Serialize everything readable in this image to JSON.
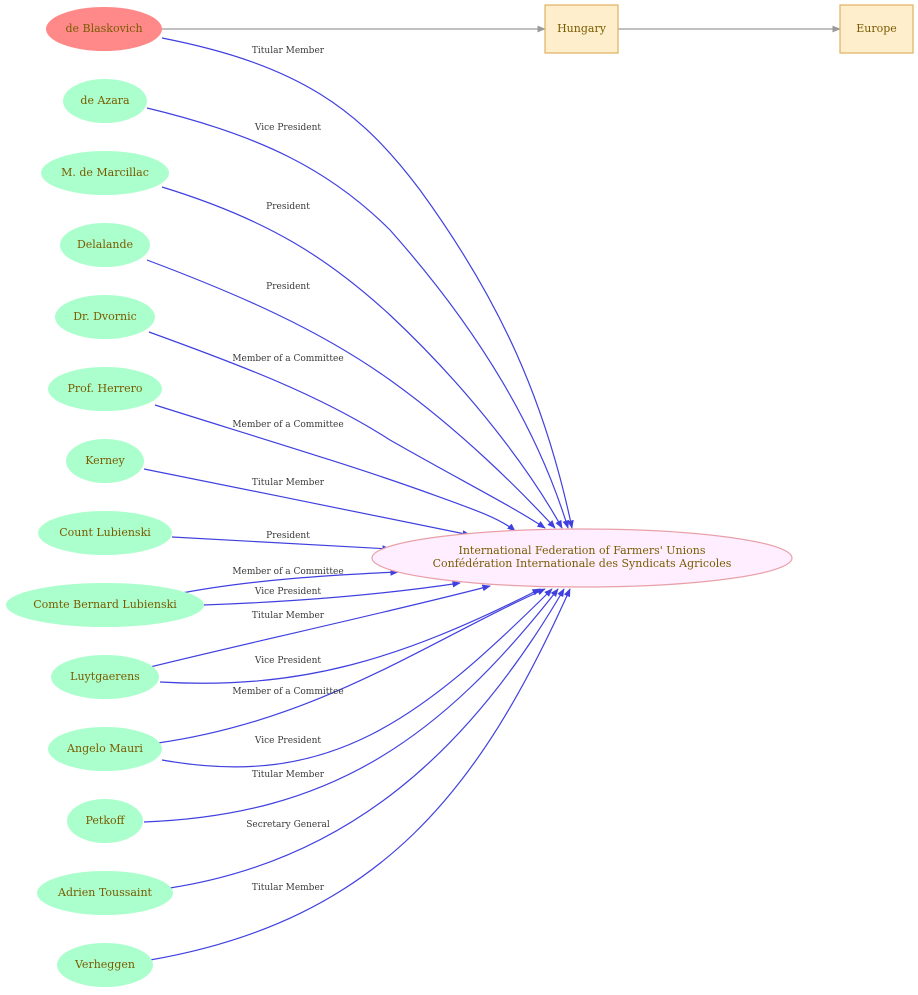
{
  "persons": [
    {
      "id": "blaskovich",
      "name": "de Blaskovich",
      "role": "Titular Member",
      "highlighted": true
    },
    {
      "id": "azara",
      "name": "de Azara",
      "role": "Vice President"
    },
    {
      "id": "marcillac",
      "name": "M. de Marcillac",
      "role": "President"
    },
    {
      "id": "delalande",
      "name": "Delalande",
      "role": "President"
    },
    {
      "id": "dvornic",
      "name": "Dr. Dvornic",
      "role": "Member of a Committee"
    },
    {
      "id": "herrero",
      "name": "Prof. Herrero",
      "role": "Member of a Committee"
    },
    {
      "id": "kerney",
      "name": "Kerney",
      "role": "Titular Member"
    },
    {
      "id": "count-lubienski",
      "name": "Count Lubienski",
      "role": "President"
    },
    {
      "id": "comte-bernard-lubienski",
      "name": "Comte Bernard Lubienski",
      "roles": [
        "Member of a Committee",
        "Vice President",
        "Titular Member"
      ]
    },
    {
      "id": "luytgaerens",
      "name": "Luytgaerens",
      "roles": [
        "Vice President",
        "Member of a Committee"
      ]
    },
    {
      "id": "angelo-mauri",
      "name": "Angelo Mauri",
      "roles": [
        "Vice President",
        "Titular Member"
      ]
    },
    {
      "id": "petkoff",
      "name": "Petkoff",
      "role": "Secretary General"
    },
    {
      "id": "toussaint",
      "name": "Adrien Toussaint",
      "role": "Titular Member"
    },
    {
      "id": "verheggen",
      "name": "Verheggen"
    }
  ],
  "places": [
    {
      "id": "hungary",
      "name": "Hungary"
    },
    {
      "id": "europe",
      "name": "Europe"
    }
  ],
  "organization": {
    "line1": "International Federation of Farmers' Unions",
    "line2": "Confédération Internationale des Syndicats Agricoles"
  },
  "colors": {
    "person_fill": "#aaffcc",
    "highlight_fill": "#ff8888",
    "place_fill": "#ffeecc",
    "place_stroke": "#e0b060",
    "org_fill": "#ffeeff",
    "org_stroke": "#e8a0a8",
    "edge": "#4040e0",
    "place_edge": "#9a9a9a",
    "node_text": "#7a5c00"
  }
}
